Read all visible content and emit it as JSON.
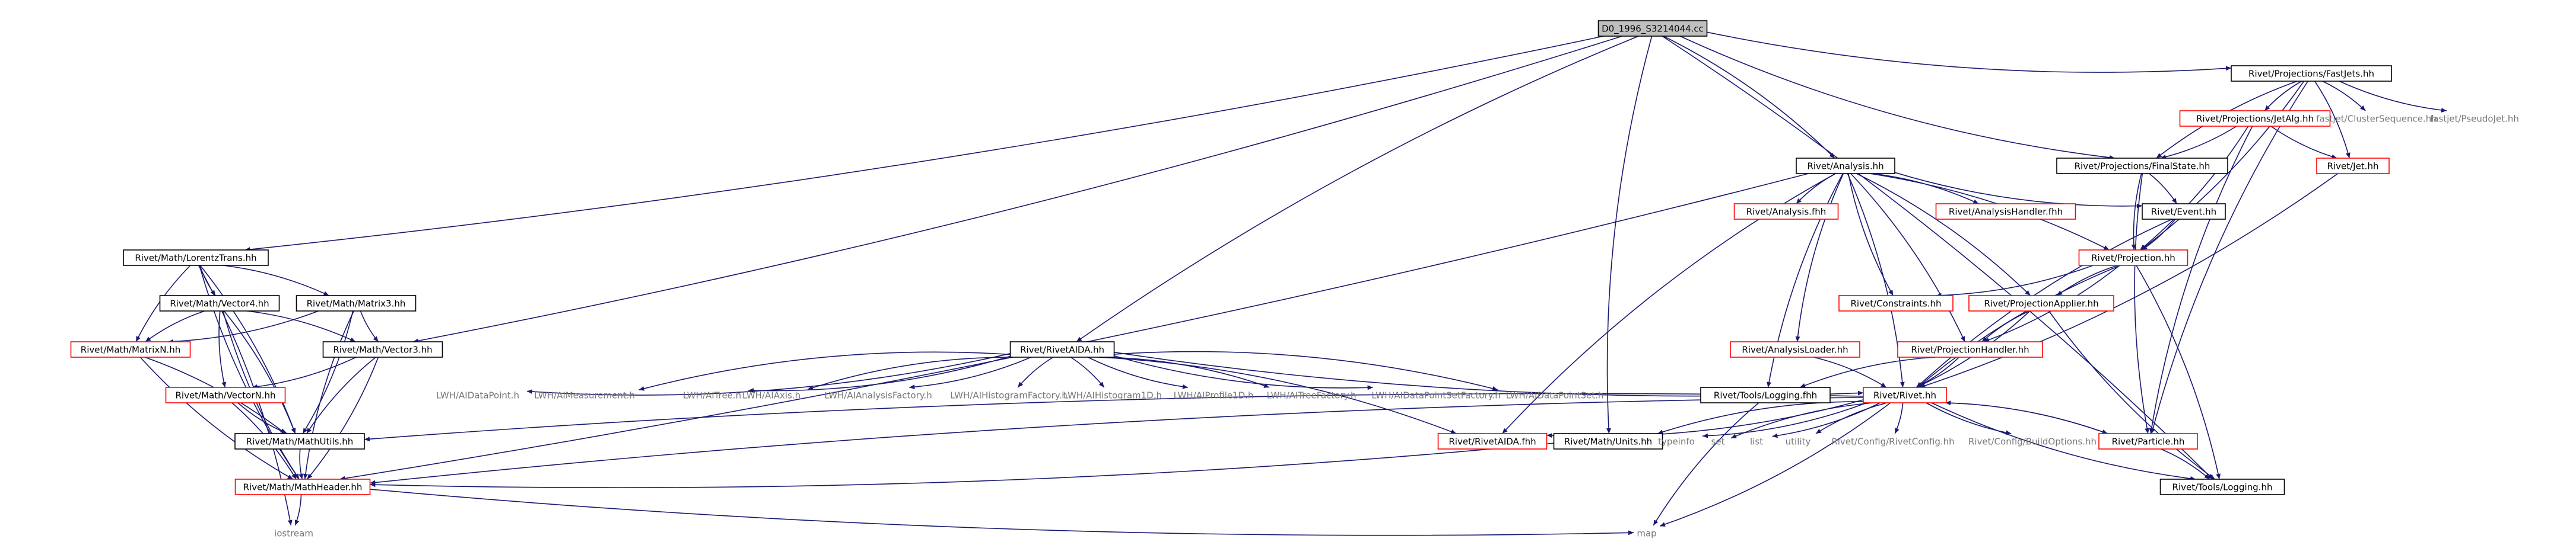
{
  "colors": {
    "edge": "#191970",
    "node_text": "#000000",
    "label_gray": "#777777",
    "border_black": "#000000",
    "border_red": "#ff0000",
    "root_fill": "#bfbfbf",
    "node_fill": "#ffffff"
  },
  "nodes": [
    {
      "id": "root",
      "label": "D0_1996_S3214044.cc",
      "style": "root"
    },
    {
      "id": "fastjets",
      "label": "Rivet/Projections/FastJets.hh",
      "style": "black"
    },
    {
      "id": "jetalg",
      "label": "Rivet/Projections/JetAlg.hh",
      "style": "red"
    },
    {
      "id": "cluster",
      "label": "fastjet/ClusterSequence.hh",
      "style": "plain"
    },
    {
      "id": "pseudojet",
      "label": "fastjet/PseudoJet.hh",
      "style": "plain"
    },
    {
      "id": "jet",
      "label": "Rivet/Jet.hh",
      "style": "red"
    },
    {
      "id": "analysis",
      "label": "Rivet/Analysis.hh",
      "style": "black"
    },
    {
      "id": "finalstate",
      "label": "Rivet/Projections/FinalState.hh",
      "style": "black"
    },
    {
      "id": "analysisfhh",
      "label": "Rivet/Analysis.fhh",
      "style": "red"
    },
    {
      "id": "analysishandlerfhh",
      "label": "Rivet/AnalysisHandler.fhh",
      "style": "red"
    },
    {
      "id": "event",
      "label": "Rivet/Event.hh",
      "style": "black"
    },
    {
      "id": "projection",
      "label": "Rivet/Projection.hh",
      "style": "red"
    },
    {
      "id": "lorentz",
      "label": "Rivet/Math/LorentzTrans.hh",
      "style": "black"
    },
    {
      "id": "vector4",
      "label": "Rivet/Math/Vector4.hh",
      "style": "black"
    },
    {
      "id": "matrix3",
      "label": "Rivet/Math/Matrix3.hh",
      "style": "black"
    },
    {
      "id": "matrixn",
      "label": "Rivet/Math/MatrixN.hh",
      "style": "red"
    },
    {
      "id": "vector3",
      "label": "Rivet/Math/Vector3.hh",
      "style": "black"
    },
    {
      "id": "vectorn",
      "label": "Rivet/Math/VectorN.hh",
      "style": "red"
    },
    {
      "id": "mathutils",
      "label": "Rivet/Math/MathUtils.hh",
      "style": "black"
    },
    {
      "id": "mathheader",
      "label": "Rivet/Math/MathHeader.hh",
      "style": "red"
    },
    {
      "id": "iostream",
      "label": "iostream",
      "style": "plain"
    },
    {
      "id": "rivetaida",
      "label": "Rivet/RivetAIDA.hh",
      "style": "black"
    },
    {
      "id": "idatapoint",
      "label": "LWH/AIDataPoint.h",
      "style": "plain"
    },
    {
      "id": "imeasurement",
      "label": "LWH/AIMeasurement.h",
      "style": "plain"
    },
    {
      "id": "itree",
      "label": "LWH/AITree.h",
      "style": "plain"
    },
    {
      "id": "iaxis",
      "label": "LWH/AIAxis.h",
      "style": "plain"
    },
    {
      "id": "ianalysisfactory",
      "label": "LWH/AIAnalysisFactory.h",
      "style": "plain"
    },
    {
      "id": "ihistofactory",
      "label": "LWH/AIHistogramFactory.h",
      "style": "plain"
    },
    {
      "id": "ihisto1d",
      "label": "LWH/AIHistogram1D.h",
      "style": "plain"
    },
    {
      "id": "iprofile1d",
      "label": "LWH/AIProfile1D.h",
      "style": "plain"
    },
    {
      "id": "itreefactory",
      "label": "LWH/AITreeFactory.h",
      "style": "plain"
    },
    {
      "id": "idpsfactory",
      "label": "LWH/AIDataPointSetFactory.h",
      "style": "plain"
    },
    {
      "id": "idatapointset",
      "label": "LWH/AIDataPointSet.h",
      "style": "plain"
    },
    {
      "id": "constraints",
      "label": "Rivet/Constraints.hh",
      "style": "red"
    },
    {
      "id": "projapplier",
      "label": "Rivet/ProjectionApplier.hh",
      "style": "red"
    },
    {
      "id": "analysisloader",
      "label": "Rivet/AnalysisLoader.hh",
      "style": "red"
    },
    {
      "id": "projhandler",
      "label": "Rivet/ProjectionHandler.hh",
      "style": "red"
    },
    {
      "id": "loggingfhh",
      "label": "Rivet/Tools/Logging.fhh",
      "style": "black"
    },
    {
      "id": "rivet",
      "label": "Rivet/Rivet.hh",
      "style": "red"
    },
    {
      "id": "rivetaidafhh",
      "label": "Rivet/RivetAIDA.fhh",
      "style": "red"
    },
    {
      "id": "units",
      "label": "Rivet/Math/Units.hh",
      "style": "black"
    },
    {
      "id": "typeinfo",
      "label": "typeinfo",
      "style": "plain"
    },
    {
      "id": "set",
      "label": "set",
      "style": "plain"
    },
    {
      "id": "list",
      "label": "list",
      "style": "plain"
    },
    {
      "id": "utility",
      "label": "utility",
      "style": "plain"
    },
    {
      "id": "rivetconfig",
      "label": "Rivet/Config/RivetConfig.hh",
      "style": "plain"
    },
    {
      "id": "buildoptions",
      "label": "Rivet/Config/BuildOptions.hh",
      "style": "plain"
    },
    {
      "id": "particle",
      "label": "Rivet/Particle.hh",
      "style": "red"
    },
    {
      "id": "logginghh",
      "label": "Rivet/Tools/Logging.hh",
      "style": "black"
    },
    {
      "id": "map",
      "label": "map",
      "style": "plain"
    }
  ],
  "edges": [
    [
      "root",
      "fastjets"
    ],
    [
      "root",
      "analysis"
    ],
    [
      "root",
      "finalstate"
    ],
    [
      "root",
      "lorentz"
    ],
    [
      "root",
      "rivetaida"
    ],
    [
      "root",
      "vector3"
    ],
    [
      "root",
      "units"
    ],
    [
      "root",
      "logginghh"
    ],
    [
      "fastjets",
      "jetalg"
    ],
    [
      "fastjets",
      "cluster"
    ],
    [
      "fastjets",
      "pseudojet"
    ],
    [
      "fastjets",
      "jet"
    ],
    [
      "fastjets",
      "finalstate"
    ],
    [
      "fastjets",
      "projection"
    ],
    [
      "fastjets",
      "particle"
    ],
    [
      "jetalg",
      "finalstate"
    ],
    [
      "jetalg",
      "jet"
    ],
    [
      "jetalg",
      "projection"
    ],
    [
      "jetalg",
      "particle"
    ],
    [
      "jet",
      "rivet"
    ],
    [
      "analysis",
      "analysisfhh"
    ],
    [
      "analysis",
      "analysishandlerfhh"
    ],
    [
      "analysis",
      "event"
    ],
    [
      "analysis",
      "projection"
    ],
    [
      "analysis",
      "constraints"
    ],
    [
      "analysis",
      "projapplier"
    ],
    [
      "analysis",
      "analysisloader"
    ],
    [
      "analysis",
      "projhandler"
    ],
    [
      "analysis",
      "loggingfhh"
    ],
    [
      "analysis",
      "rivet"
    ],
    [
      "analysis",
      "rivetaidafhh"
    ],
    [
      "analysis",
      "mathheader"
    ],
    [
      "finalstate",
      "projection"
    ],
    [
      "finalstate",
      "event"
    ],
    [
      "finalstate",
      "particle"
    ],
    [
      "event",
      "projection"
    ],
    [
      "event",
      "rivet"
    ],
    [
      "projection",
      "constraints"
    ],
    [
      "projection",
      "projapplier"
    ],
    [
      "projection",
      "projhandler"
    ],
    [
      "projection",
      "rivet"
    ],
    [
      "projection",
      "logginghh"
    ],
    [
      "projapplier",
      "projhandler"
    ],
    [
      "projapplier",
      "rivet"
    ],
    [
      "projapplier",
      "logginghh"
    ],
    [
      "projhandler",
      "rivet"
    ],
    [
      "projhandler",
      "loggingfhh"
    ],
    [
      "analysisloader",
      "rivet"
    ],
    [
      "lorentz",
      "vector4"
    ],
    [
      "lorentz",
      "matrix3"
    ],
    [
      "lorentz",
      "matrixn"
    ],
    [
      "lorentz",
      "mathutils"
    ],
    [
      "lorentz",
      "mathheader"
    ],
    [
      "lorentz",
      "iostream"
    ],
    [
      "vector4",
      "matrixn"
    ],
    [
      "vector4",
      "vector3"
    ],
    [
      "vector4",
      "vectorn"
    ],
    [
      "vector4",
      "mathutils"
    ],
    [
      "vector4",
      "mathheader"
    ],
    [
      "matrix3",
      "matrixn"
    ],
    [
      "matrix3",
      "vector3"
    ],
    [
      "matrix3",
      "mathutils"
    ],
    [
      "matrix3",
      "mathheader"
    ],
    [
      "matrixn",
      "mathutils"
    ],
    [
      "matrixn",
      "mathheader"
    ],
    [
      "vector3",
      "vectorn"
    ],
    [
      "vector3",
      "mathutils"
    ],
    [
      "vector3",
      "mathheader"
    ],
    [
      "vectorn",
      "mathutils"
    ],
    [
      "vectorn",
      "mathheader"
    ],
    [
      "mathutils",
      "mathheader"
    ],
    [
      "mathheader",
      "iostream"
    ],
    [
      "mathheader",
      "map"
    ],
    [
      "rivetaida",
      "idatapoint"
    ],
    [
      "rivetaida",
      "imeasurement"
    ],
    [
      "rivetaida",
      "itree"
    ],
    [
      "rivetaida",
      "iaxis"
    ],
    [
      "rivetaida",
      "ianalysisfactory"
    ],
    [
      "rivetaida",
      "ihistofactory"
    ],
    [
      "rivetaida",
      "ihisto1d"
    ],
    [
      "rivetaida",
      "iprofile1d"
    ],
    [
      "rivetaida",
      "itreefactory"
    ],
    [
      "rivetaida",
      "idpsfactory"
    ],
    [
      "rivetaida",
      "idatapointset"
    ],
    [
      "rivetaida",
      "rivet"
    ],
    [
      "rivetaida",
      "rivetaidafhh"
    ],
    [
      "rivet",
      "mathutils"
    ],
    [
      "rivet",
      "rivetaidafhh"
    ],
    [
      "rivet",
      "units"
    ],
    [
      "rivet",
      "typeinfo"
    ],
    [
      "rivet",
      "set"
    ],
    [
      "rivet",
      "list"
    ],
    [
      "rivet",
      "utility"
    ],
    [
      "rivet",
      "rivetconfig"
    ],
    [
      "rivet",
      "buildoptions"
    ],
    [
      "rivet",
      "particle"
    ],
    [
      "rivet",
      "logginghh"
    ],
    [
      "rivet",
      "map"
    ],
    [
      "rivet",
      "mathheader"
    ],
    [
      "units",
      "mathheader"
    ],
    [
      "particle",
      "rivet"
    ],
    [
      "particle",
      "logginghh"
    ],
    [
      "loggingfhh",
      "map"
    ]
  ]
}
